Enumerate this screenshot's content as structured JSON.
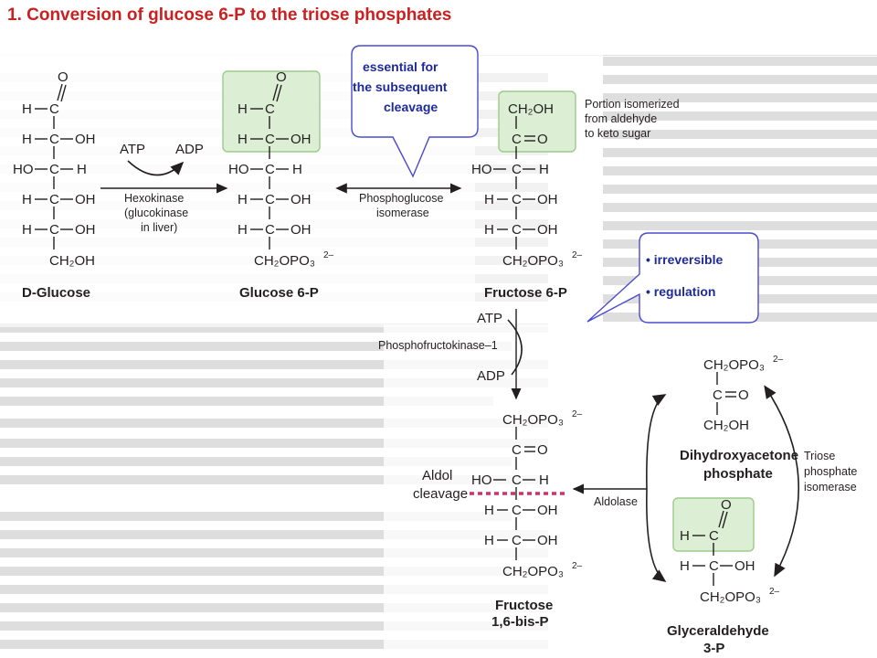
{
  "title": "1. Conversion of glucose 6-P to the triose phosphates",
  "callouts": {
    "essential": [
      "essential for",
      "the subsequent",
      "cleavage"
    ],
    "irreversible": "• irreversible",
    "regulation": "• regulation"
  },
  "molecules": {
    "d_glucose": "D-Glucose",
    "glucose_6p": "Glucose 6-P",
    "fructose_6p": "Fructose 6-P",
    "fructose_bisp": [
      "Fructose",
      "1,6-bis-P"
    ],
    "dhap": [
      "Dihydroxyacetone",
      "phosphate"
    ],
    "g3p": [
      "Glyceraldehyde",
      "3-P"
    ]
  },
  "enzymes": {
    "hexokinase": [
      "Hexokinase",
      "(glucokinase",
      "in liver)"
    ],
    "phosphoglucose": [
      "Phosphoglucose",
      "isomerase"
    ],
    "pfk": "Phosphofructokinase–1",
    "aldolase": "Aldolase",
    "tpi": [
      "Triose",
      "phosphate",
      "isomerase"
    ]
  },
  "cofactors": {
    "atp": "ATP",
    "adp": "ADP"
  },
  "annotations": {
    "isomerized": [
      "Portion isomerized",
      "from aldehyde",
      "to keto sugar"
    ],
    "aldol": [
      "Aldol",
      "cleavage"
    ]
  },
  "atoms": {
    "C": "C",
    "H": "H",
    "O": "O",
    "OH": "OH",
    "HO": "HO",
    "CH2OH": "CH₂OH",
    "CH2OPO3": "CH₂OPO₃",
    "charge": "2–"
  },
  "colors": {
    "title": "#cc1f1f",
    "callout_text": "#1f2a9a",
    "callout_border": "#4a4ad0",
    "highlight": "#dcefd4",
    "cleavage_line": "#cc3366"
  }
}
